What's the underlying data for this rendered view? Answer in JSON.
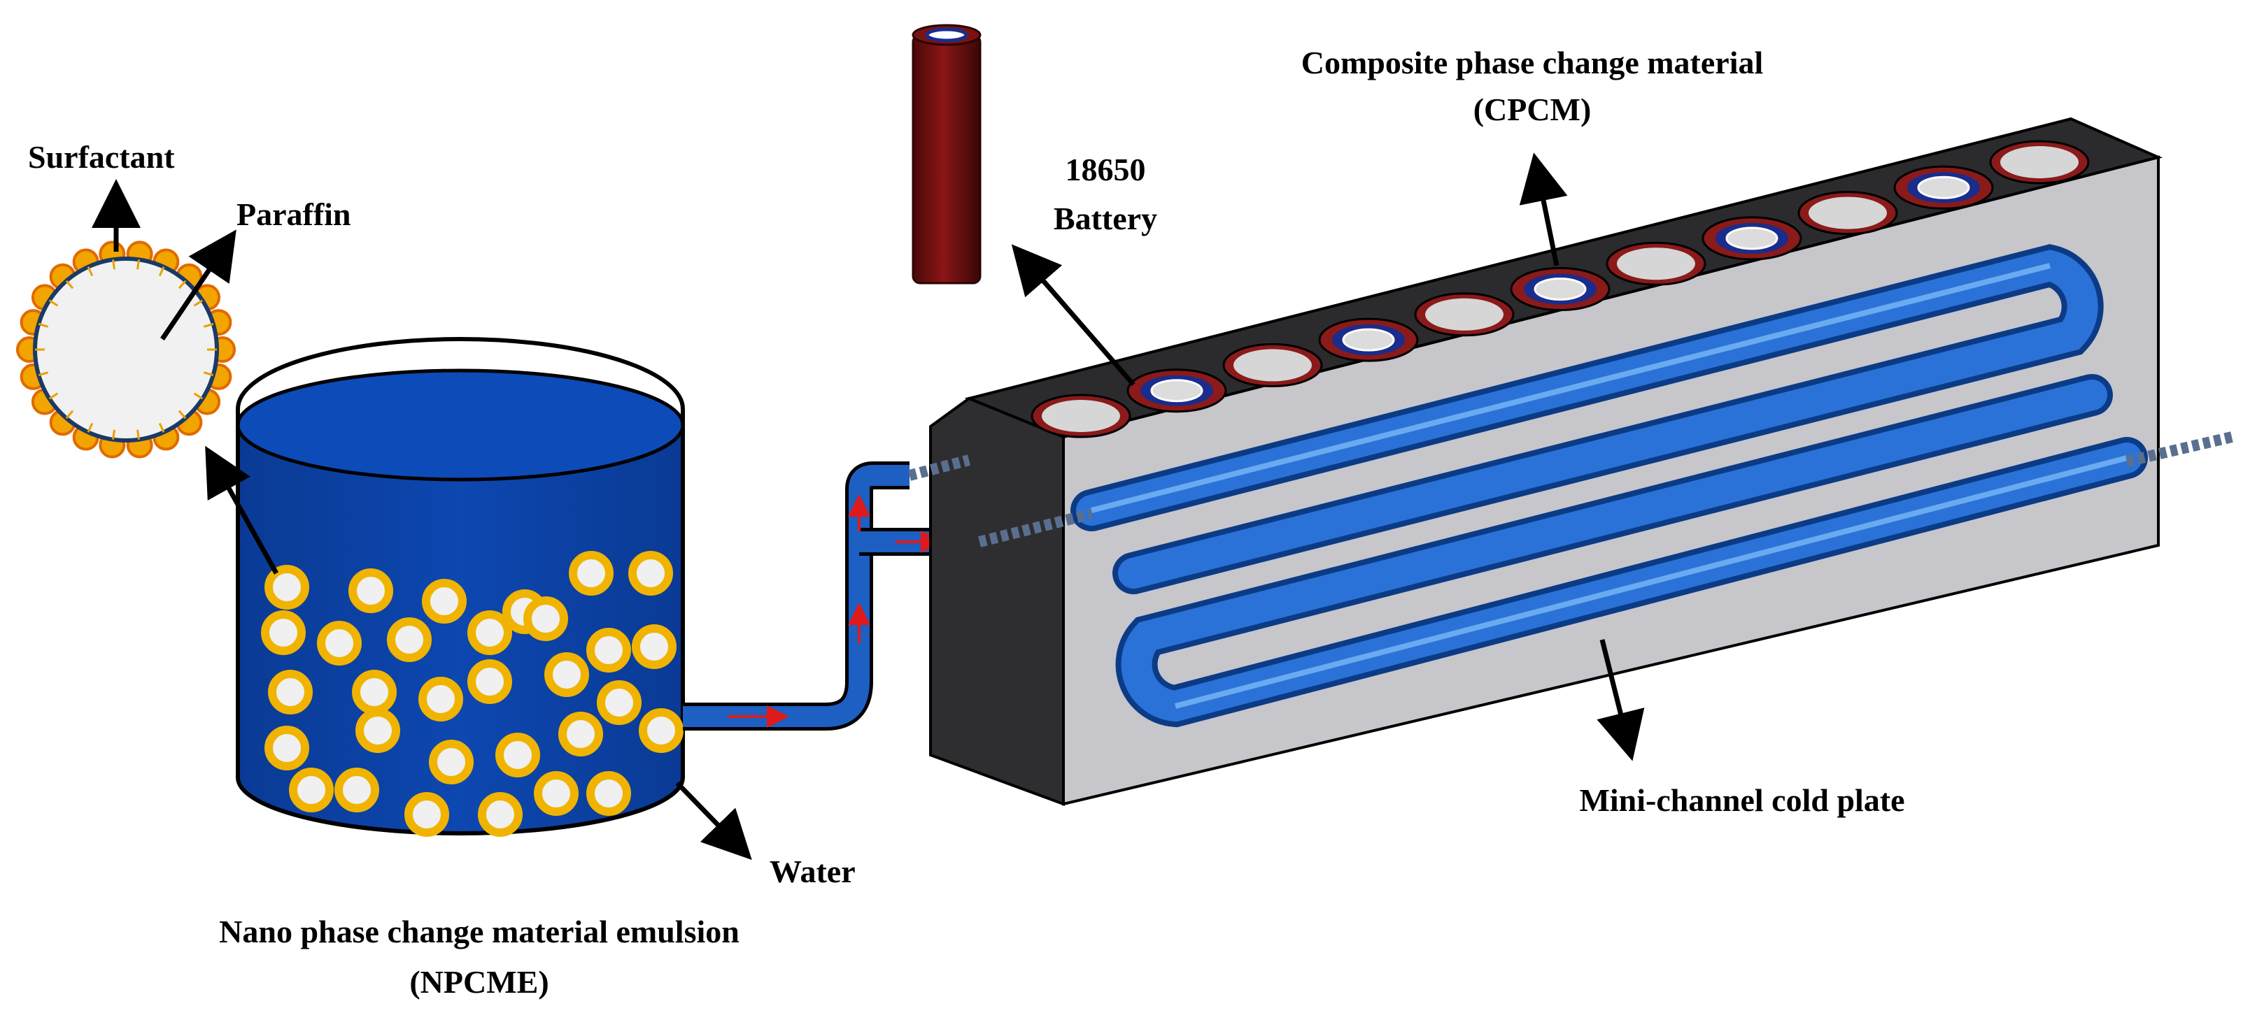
{
  "labels": {
    "surfactant": "Surfactant",
    "paraffin": "Paraffin",
    "battery_line1": "18650",
    "battery_line2": "Battery",
    "cpcm_line1": "Composite phase change material",
    "cpcm_line2": "(CPCM)",
    "water": "Water",
    "npcme_line1": "Nano phase change material emulsion",
    "npcme_line2": "(NPCME)",
    "cold_plate": "Mini-channel cold plate"
  },
  "colors": {
    "water_blue": "#0a3f9e",
    "pipe_blue": "#1e64c8",
    "battery_red": "#6e1010",
    "droplet_shell": "#f0b400",
    "cpcm_ring": "#8b1a1a",
    "plate_gray": "#c4c4c8",
    "plate_dark": "#2e2e30",
    "flow_arrow": "#e01a1a"
  },
  "icons": {
    "droplet": "paraffin-droplet-icon",
    "battery": "cylindrical-battery-icon",
    "tank": "emulsion-tank-icon",
    "plate": "cold-plate-icon",
    "arrow": "pointer-arrow-icon"
  }
}
